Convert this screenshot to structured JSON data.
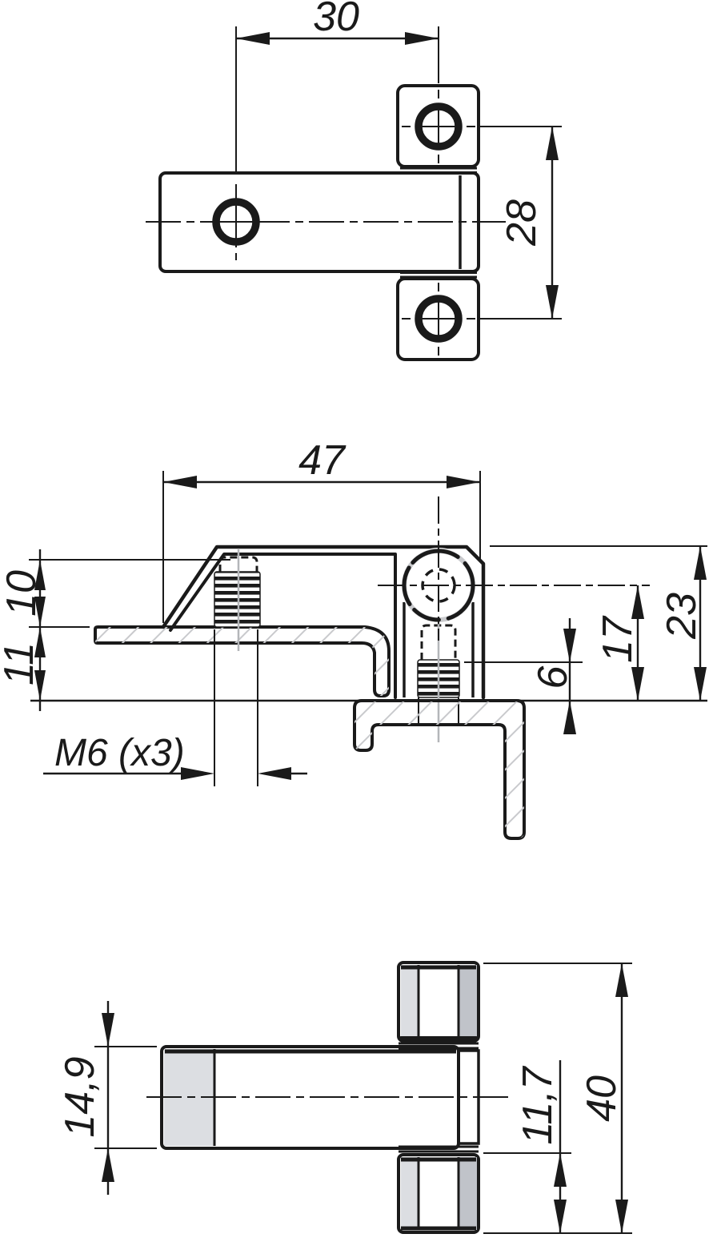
{
  "drawing": {
    "kind": "technical-drawing-three-views-hinge",
    "views": {
      "top": {
        "dim_hole_offset": "30",
        "dim_pin_spacing": "28"
      },
      "front": {
        "dim_overall_depth": "47",
        "dim_stud_height": "10",
        "dim_plate_offset": "11",
        "dim_knuckle_height": "23",
        "dim_pin_axis_height": "17",
        "dim_stud_protrusion": "6",
        "thread_label": "M6 (x3)"
      },
      "bottom": {
        "dim_leaf_width": "14,9",
        "dim_tab_width": "11,7",
        "dim_overall_width": "40"
      }
    },
    "colors": {
      "line": "#1a1a1a",
      "fill_light": "#e3e4e9",
      "fill_mid_gray": "#b3b6bd",
      "fill_cap_gray": "#dcdee2",
      "fill_strip_gray": "#c0c3c9",
      "hatch_gray": "#c9cacd",
      "background": "#ffffff"
    }
  }
}
